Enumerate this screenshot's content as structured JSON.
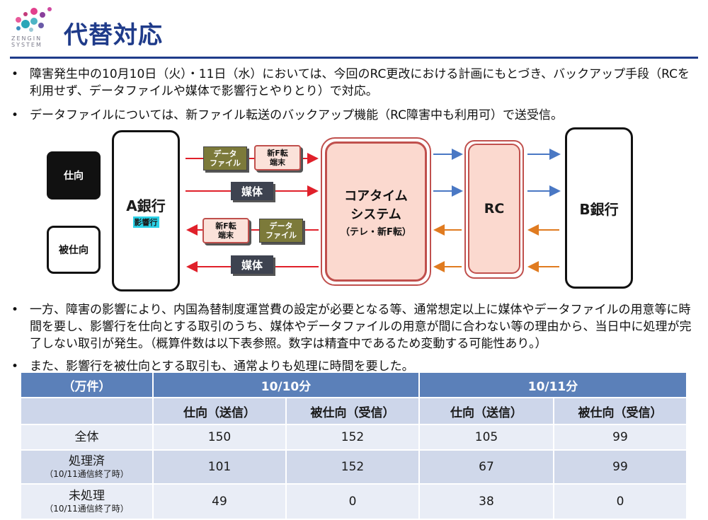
{
  "header": {
    "logo_text": "ZENGIN SYSTEM",
    "title": "代替対応"
  },
  "bullets": [
    {
      "dot": "•",
      "text": "障害発生中の10月10日（火）・11日（水）においては、今回のRC更改における計画にもとづき、バックアップ手段（RCを利用せず、データファイルや媒体で影響行とやりとり）で対応。"
    },
    {
      "dot": "•",
      "text": "データファイルについては、新ファイル転送のバックアップ機能（RC障害中も利用可）で送受信。"
    },
    {
      "dot": "•",
      "text": "一方、障害の影響により、内国為替制度運営費の設定が必要となる等、通常想定以上に媒体やデータファイルの用意等に時間を要し、影響行を仕向とする取引のうち、媒体やデータファイルの用意が間に合わない等の理由から、当日中に処理が完了しない取引が発生。（概算件数は以下表参照。数字は精査中であるため変動する可能性あり。）"
    },
    {
      "dot": "•",
      "text": "また、影響行を被仕向とする取引も、通常よりも処理に時間を要した。"
    }
  ],
  "diagram": {
    "send_label": "仕向",
    "receive_label": "被仕向",
    "bank_a": "A銀行",
    "bank_a_badge": "影響行",
    "data_file_top": "データ\nファイル",
    "new_f_top": "新F転\n端末",
    "media_top": "媒体",
    "new_f_bottom": "新F転\n端末",
    "data_file_bottom": "データ\nファイル",
    "media_bottom": "媒体",
    "core_line1": "コアタイム",
    "core_line2": "システム",
    "core_sub": "（テレ・新F転）",
    "rc": "RC",
    "bank_b": "B銀行",
    "colors": {
      "red_arrow": "#e0202a",
      "blue_arrow": "#4a78c4",
      "orange_arrow": "#e07b20"
    }
  },
  "table": {
    "unit": "（万件）",
    "date1": "10/10分",
    "date2": "10/11分",
    "col_send": "仕向（送信）",
    "col_recv": "被仕向（受信）",
    "rows": [
      {
        "label": "全体",
        "sub": "",
        "v": [
          "150",
          "152",
          "105",
          "99"
        ]
      },
      {
        "label": "処理済",
        "sub": "（10/11通信終了時）",
        "v": [
          "101",
          "152",
          "67",
          "99"
        ]
      },
      {
        "label": "未処理",
        "sub": "（10/11通信終了時）",
        "v": [
          "49",
          "0",
          "38",
          "0"
        ]
      }
    ]
  }
}
